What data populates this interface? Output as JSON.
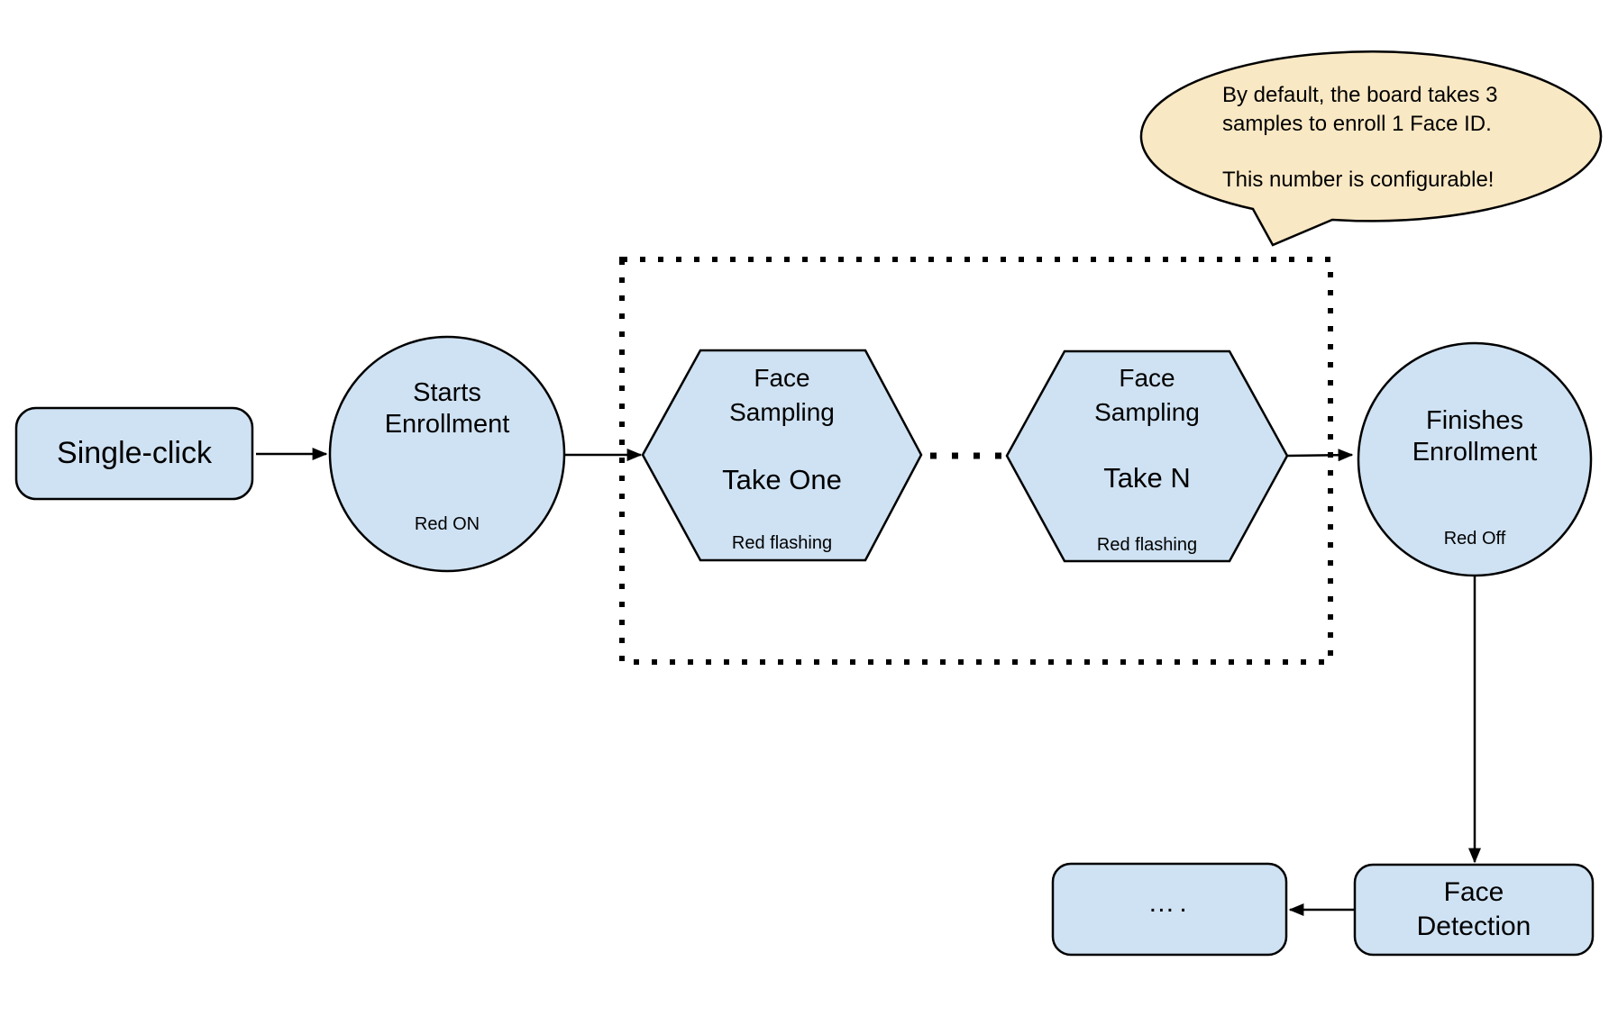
{
  "colors": {
    "node_fill": "#cfe2f3",
    "node_stroke": "#000000",
    "callout_fill": "#f9e8c4"
  },
  "callout": {
    "line1": "By default, the board takes 3",
    "line2": "samples to enroll 1 Face ID.",
    "line3": "This number is configurable!"
  },
  "nodes": {
    "single_click": {
      "label": "Single-click"
    },
    "starts_enrollment": {
      "line1": "Starts",
      "line2": "Enrollment",
      "status": "Red ON"
    },
    "face_sampling_one": {
      "line1": "Face",
      "line2": "Sampling",
      "take": "Take One",
      "status": "Red flashing"
    },
    "face_sampling_n": {
      "line1": "Face",
      "line2": "Sampling",
      "take": "Take N",
      "status": "Red flashing"
    },
    "finishes_enrollment": {
      "line1": "Finishes",
      "line2": "Enrollment",
      "status": "Red Off"
    },
    "face_detection": {
      "line1": "Face",
      "line2": "Detection"
    },
    "continuation": {
      "label": "…."
    }
  }
}
